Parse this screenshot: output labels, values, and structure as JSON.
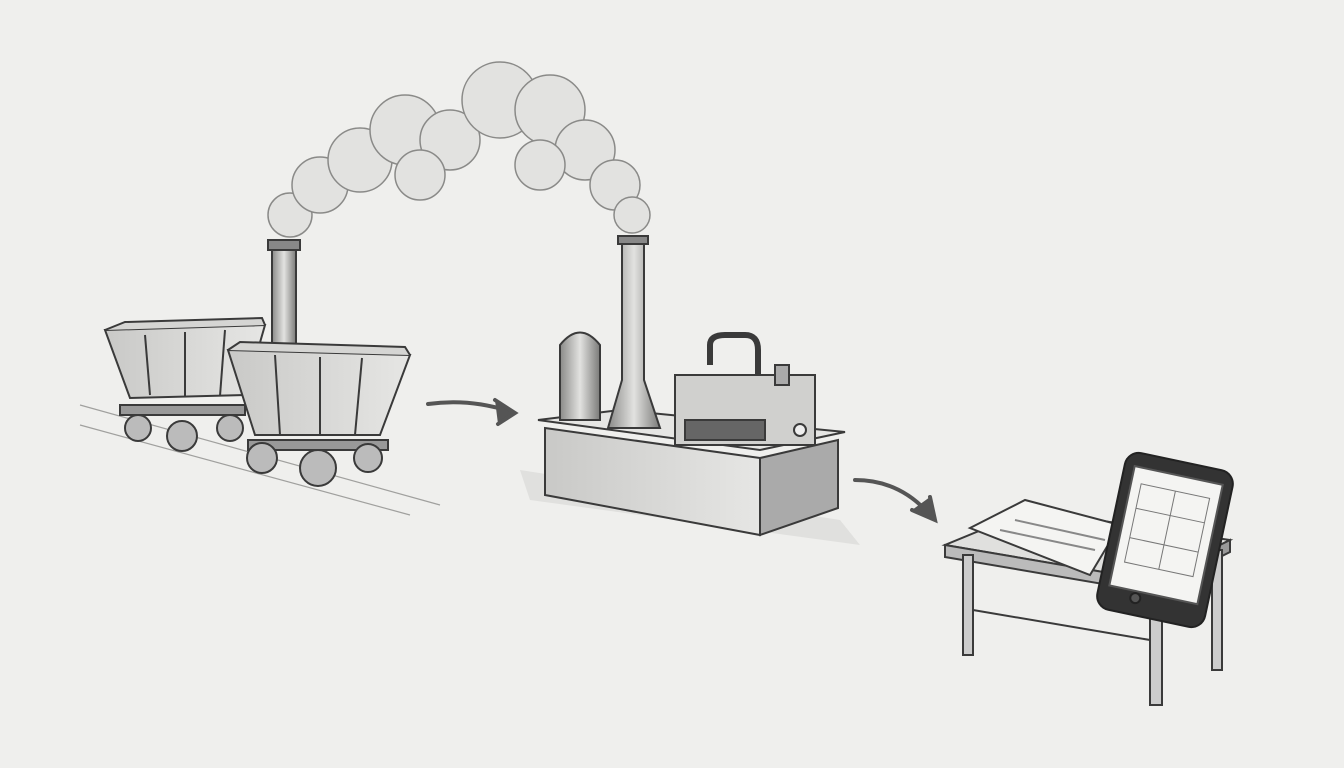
{
  "colors": {
    "paper": "#efefed",
    "pencil_dark": "#3a3a3a",
    "pencil_mid": "#7a7a7a",
    "pencil_light": "#b8b8b6",
    "smoke": "#d9d9d7"
  },
  "scene": {
    "stages": [
      "mine-carts",
      "processing-plant",
      "smartphone-on-desk"
    ],
    "arrows": 2
  }
}
